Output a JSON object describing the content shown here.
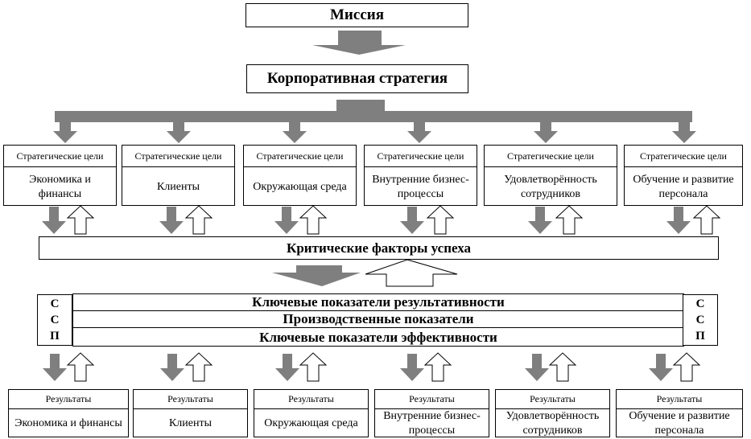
{
  "mission": "Миссия",
  "strategy": "Корпоративная стратегия",
  "goals_head": "Стратегические цели",
  "goals": [
    "Экономика и финансы",
    "Клиенты",
    "Окружающая среда",
    "Внутренние бизнес-процессы",
    "Удовлетворённость сотрудников",
    "Обучение и развитие персонала"
  ],
  "csf": "Критические факторы успеха",
  "ssp_letters": [
    "С",
    "С",
    "П"
  ],
  "kpi_rows": [
    "Ключевые показатели результативности",
    "Производственные показатели",
    "Ключевые показатели эффективности"
  ],
  "results_head": "Результаты",
  "results": [
    "Экономика и финансы",
    "Клиенты",
    "Окружающая среда",
    "Внутренние бизнес-процессы",
    "Удовлетворённость сотрудников",
    "Обучение и развитие персонала"
  ],
  "colors": {
    "arrow_fill": "#7f7f7f",
    "border": "#000000"
  }
}
